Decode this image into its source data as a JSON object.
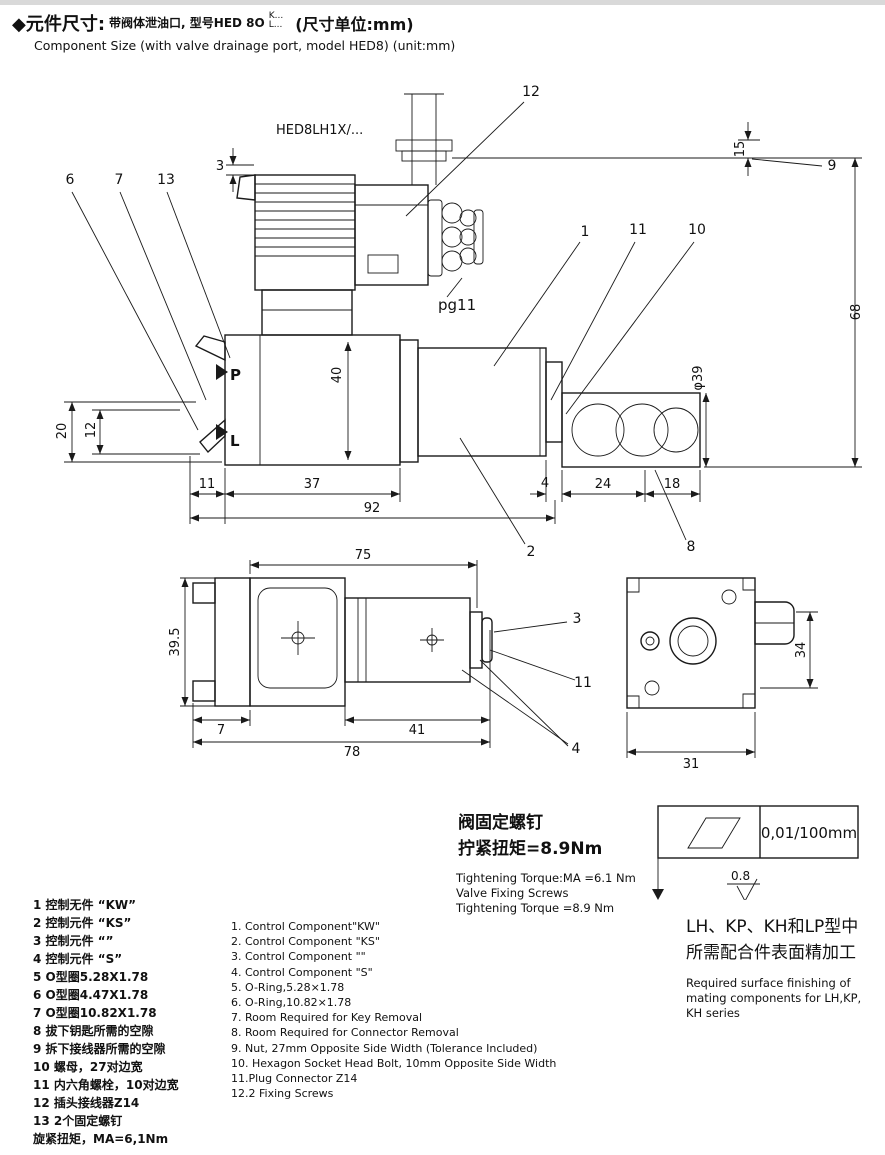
{
  "header": {
    "title_zh": "◆元件尺寸:",
    "subtitle_zh": "带阀体泄油口, 型号HED 8O",
    "model_k": "K...",
    "model_l": "L...",
    "unit": "(尺寸单位:mm)",
    "subtitle_en": "Component Size (with valve drainage port, model HED8) (unit:mm)"
  },
  "drawing": {
    "model": "HED8LH1X/...",
    "pg11": "pg11",
    "port_p": "P",
    "port_l": "L",
    "dims": {
      "bracket": "3",
      "clearance": "15",
      "overall_height": "68",
      "body_height": "40",
      "port_l_pos": "20",
      "port_p_pos": "12",
      "key_len": "11",
      "body_len": "37",
      "total_len": "92",
      "step": "4",
      "nut_len": "24",
      "end_len": "18",
      "nut_dia": "φ39",
      "top_width": "75",
      "top_height": "39.5",
      "tab": "7",
      "switch_len": "41",
      "top_total": "78",
      "end_width": "31",
      "end_height": "34"
    },
    "callouts": {
      "c1": "1",
      "c2": "2",
      "c3": "3",
      "c4": "4",
      "c6": "6",
      "c7": "7",
      "c8": "8",
      "c9": "9",
      "c10": "10",
      "c11": "11",
      "c11b": "11",
      "c12": "12",
      "c13": "13"
    }
  },
  "legend_zh": {
    "lines": [
      "1 控制无件 “KW”",
      "2 控制元件 “KS”",
      "3 控制元件 “”",
      "4 控制元件 “S”",
      "5 O型圈5.28X1.78",
      "6 O型圈4.47X1.78",
      "7 O型圈10.82X1.78",
      "8 拔下钥匙所需的空隙",
      "9 拆下接线器所需的空隙",
      "10 螺母，27对边宽",
      "11 内六角螺栓，10对边宽",
      "12 插头接线器Z14",
      "13 2个固定螺钉",
      "旋紧扭矩，MA=6,1Nm"
    ]
  },
  "legend_en": {
    "lines": [
      "1. Control Component\"KW\"",
      "2. Control Component \"KS\"",
      "3. Control Component \"\"",
      "4. Control Component \"S\"",
      "5. O-Ring,5.28×1.78",
      "6. O-Ring,10.82×1.78",
      "7. Room Required for Key Removal",
      "8. Room Required for Connector Removal",
      "9. Nut, 27mm Opposite Side Width (Tolerance Included)",
      "10. Hexagon Socket Head Bolt, 10mm Opposite Side Width",
      "11.Plug Connector Z14",
      "12.2 Fixing Screws"
    ]
  },
  "notes": {
    "valve_zh_1": "阀固定螺钉",
    "valve_zh_2": "拧紧扭矩=8.9Nm",
    "valve_en_1": "Tightening Torque:MA =6.1 Nm",
    "valve_en_2": "Valve Fixing Screws",
    "valve_en_3": "Tightening Torque =8.9 Nm",
    "finish_value": "0,01/100mm",
    "roughness": "0.8",
    "finish_zh_1": "LH、KP、KH和LP型中",
    "finish_zh_2": "所需配合件表面精加工",
    "finish_en_1": "Required surface finishing of",
    "finish_en_2": "mating components for LH,KP,",
    "finish_en_3": "KH series"
  }
}
